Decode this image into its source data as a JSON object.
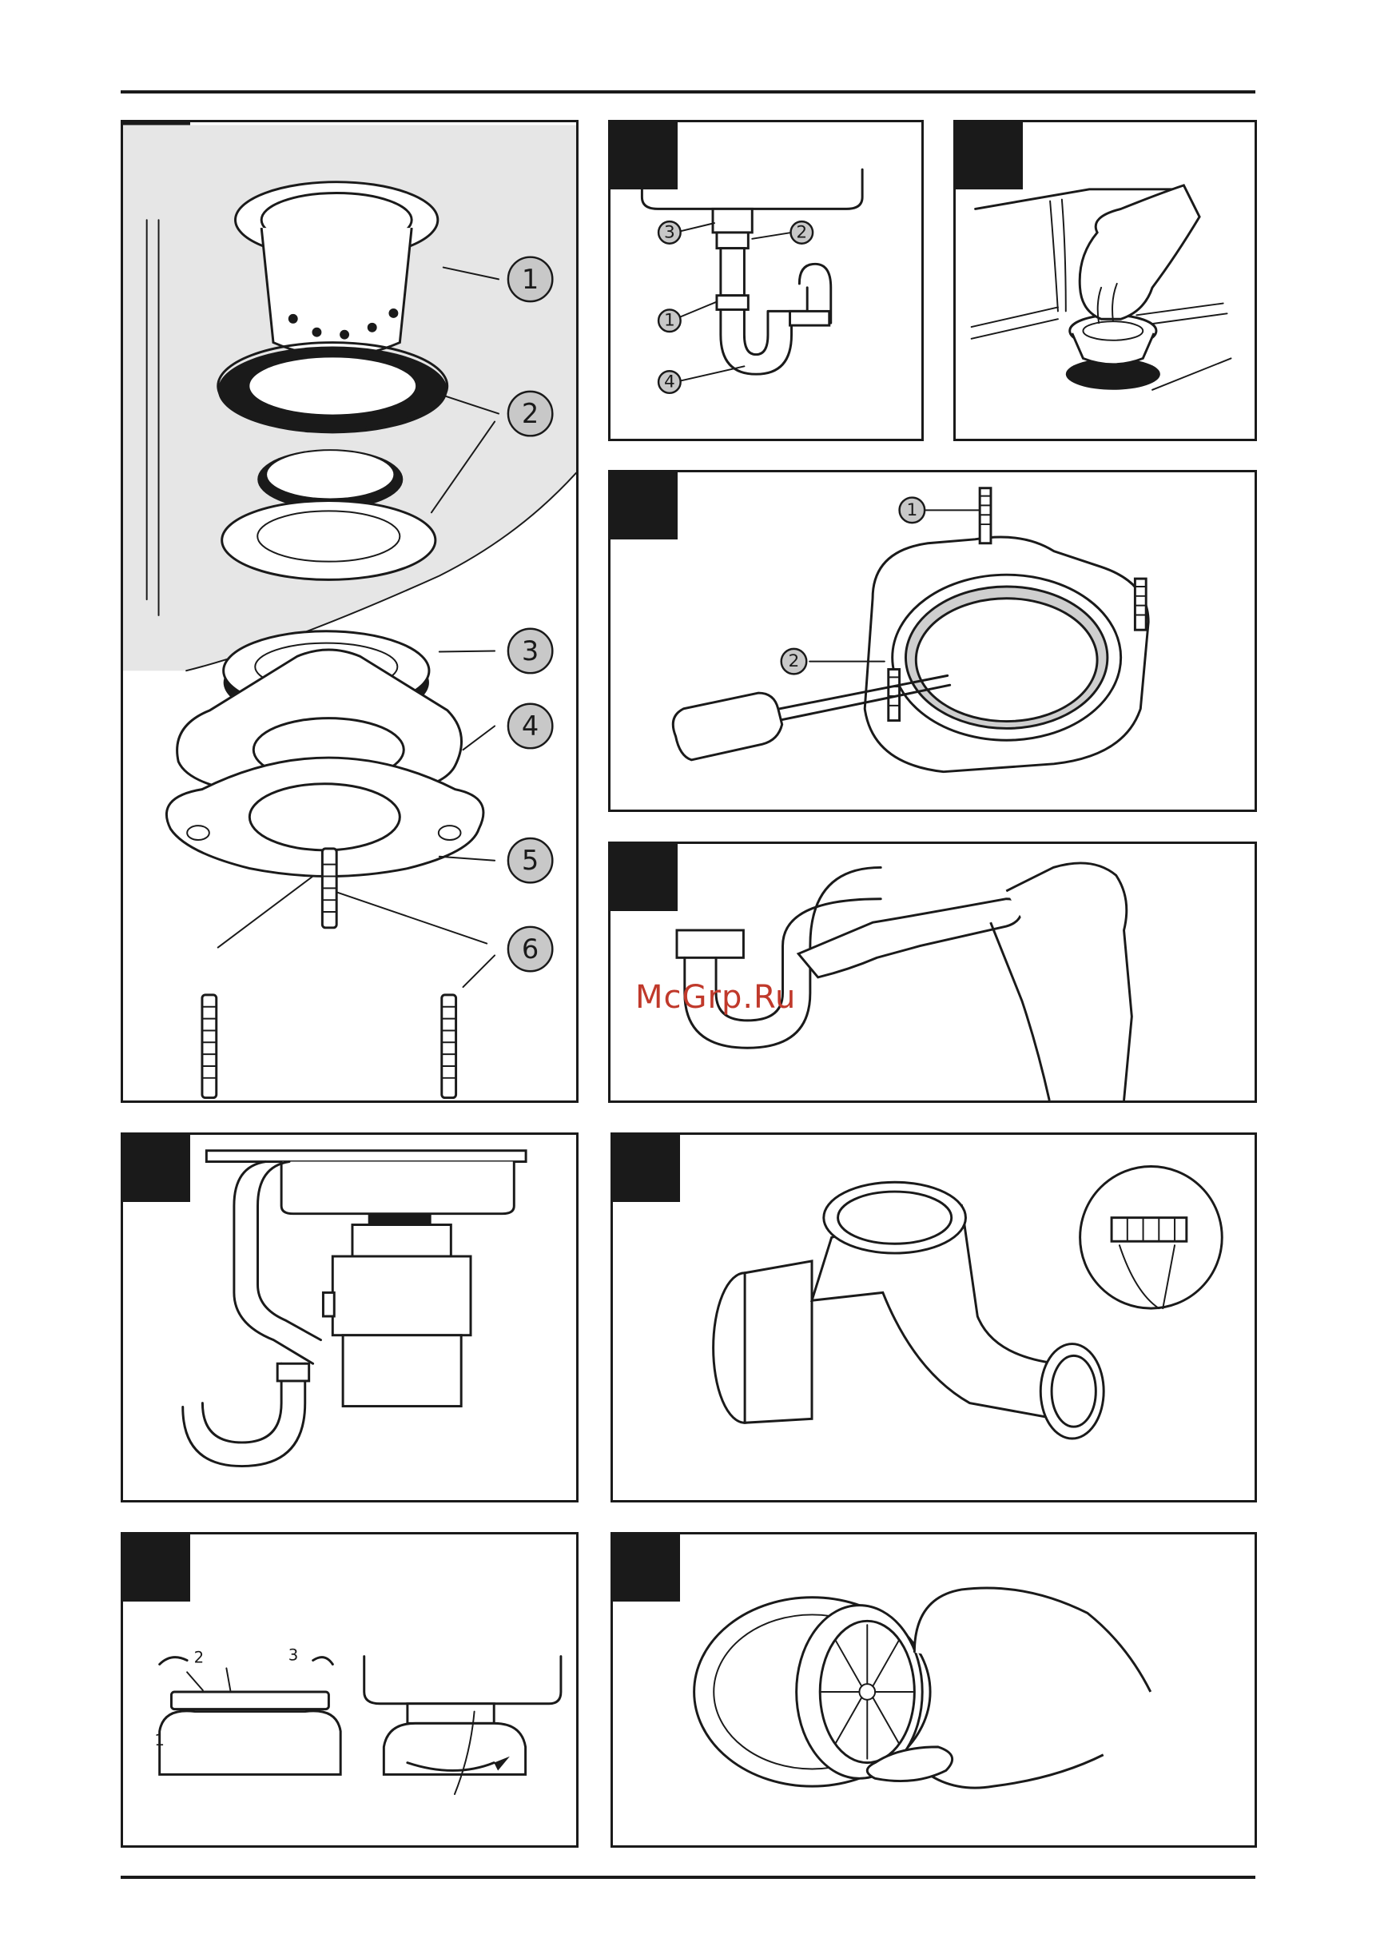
{
  "watermark": "McGrp.Ru",
  "panels": {
    "p1": {
      "labels": [
        "1",
        "2",
        "3",
        "4",
        "5",
        "6"
      ]
    },
    "p2": {
      "labels": [
        "3",
        "2",
        "1",
        "4"
      ]
    },
    "p3": {
      "labels": []
    },
    "p4": {
      "labels": [
        "1",
        "2"
      ]
    },
    "p5": {
      "labels": []
    },
    "p6": {
      "labels": []
    },
    "p7": {
      "labels": []
    },
    "p8": {
      "labels": [
        "2",
        "3",
        "1"
      ]
    },
    "p9": {
      "labels": []
    }
  }
}
